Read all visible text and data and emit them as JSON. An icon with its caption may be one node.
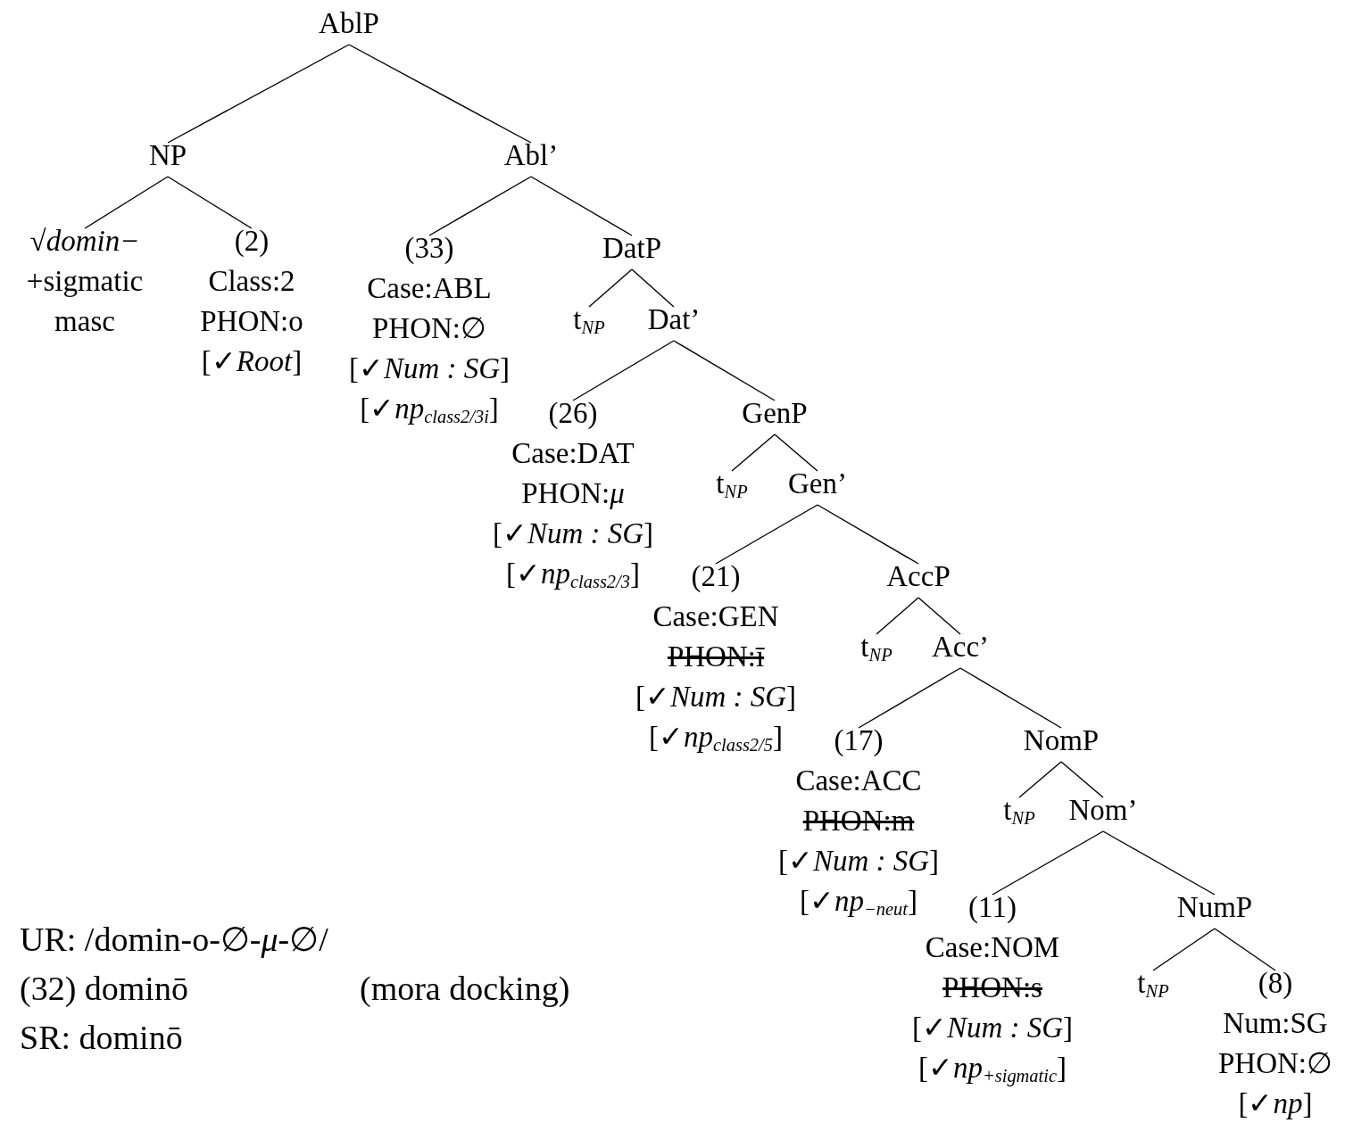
{
  "diagram": {
    "nodes": [
      {
        "text": [
          "AblP"
        ]
      },
      {
        "text": [
          "NP"
        ]
      },
      {
        "text": [
          "Abl’"
        ]
      },
      {
        "text": [
          "√*domin−*",
          "+sigmatic",
          "masc"
        ]
      },
      {
        "text": [
          "(2)",
          "Class:2",
          "PHON:o",
          "[✓*Root*]"
        ]
      },
      {
        "text": [
          "(33)",
          "Case:ABL",
          "PHON:∅",
          "[✓*Num : SG*]",
          "[✓*np*$_{class2/3i}$]"
        ]
      },
      {
        "text": [
          "DatP"
        ]
      },
      {
        "text": [
          "t$_{NP}$"
        ]
      },
      {
        "text": [
          "Dat’"
        ]
      },
      {
        "text": [
          "(26)",
          "Case:DAT",
          "PHON:*μ*",
          "[✓*Num : SG*]",
          "[✓*np*$_{class2/3}$]"
        ]
      },
      {
        "text": [
          "GenP"
        ]
      },
      {
        "text": [
          "t$_{NP}$"
        ]
      },
      {
        "text": [
          "Gen’"
        ]
      },
      {
        "text": [
          "(21)",
          "Case:GEN",
          "PHON:ī",
          "[✓*Num : SG*]",
          "[✓*np*$_{class2/5}$]"
        ]
      },
      {
        "text": [
          "AccP"
        ]
      },
      {
        "text": [
          "t$_{NP}$"
        ]
      },
      {
        "text": [
          "Acc’"
        ]
      },
      {
        "text": [
          "(17)",
          "Case:ACC",
          "PHON:m",
          "[✓*Num : SG*]",
          "[✓*np*$_{−neut}$]"
        ]
      },
      {
        "text": [
          "NomP"
        ]
      },
      {
        "text": [
          "t$_{NP}$"
        ]
      },
      {
        "text": [
          "Nom’"
        ]
      },
      {
        "text": [
          "(11)",
          "Case:NOM",
          "PHON:s",
          "[✓*Num : SG*]",
          "[✓*np*$_{+sigmatic}$]"
        ]
      },
      {
        "text": [
          "NumP"
        ]
      },
      {
        "text": [
          "t$_{NP}$"
        ]
      },
      {
        "text": [
          "(8)",
          "Num:SG",
          "PHON:∅",
          "[✓*np*]"
        ]
      }
    ],
    "edges": [
      {
        "from": 0,
        "to": 1,
        "arrow": "none"
      },
      {
        "from": 0,
        "to": 2,
        "arrow": "none"
      },
      {
        "from": 1,
        "to": 3,
        "arrow": "none"
      },
      {
        "from": 1,
        "to": 4,
        "arrow": "none"
      },
      {
        "from": 2,
        "to": 5,
        "arrow": "none"
      },
      {
        "from": 2,
        "to": 6,
        "arrow": "none"
      },
      {
        "from": 6,
        "to": 7,
        "arrow": "none"
      },
      {
        "from": 6,
        "to": 8,
        "arrow": "none"
      },
      {
        "from": 8,
        "to": 9,
        "arrow": "none"
      },
      {
        "from": 8,
        "to": 10,
        "arrow": "none"
      },
      {
        "from": 10,
        "to": 11,
        "arrow": "none"
      },
      {
        "from": 10,
        "to": 12,
        "arrow": "none"
      },
      {
        "from": 12,
        "to": 13,
        "arrow": "none"
      },
      {
        "from": 12,
        "to": 14,
        "arrow": "none"
      },
      {
        "from": 14,
        "to": 15,
        "arrow": "none"
      },
      {
        "from": 14,
        "to": 16,
        "arrow": "none"
      },
      {
        "from": 16,
        "to": 17,
        "arrow": "none"
      },
      {
        "from": 16,
        "to": 18,
        "arrow": "none"
      },
      {
        "from": 18,
        "to": 19,
        "arrow": "none"
      },
      {
        "from": 18,
        "to": 20,
        "arrow": "none"
      },
      {
        "from": 20,
        "to": 21,
        "arrow": "none"
      },
      {
        "from": 20,
        "to": 22,
        "arrow": "none"
      },
      {
        "from": 22,
        "to": 23,
        "arrow": "none"
      },
      {
        "from": 22,
        "to": 24,
        "arrow": "none"
      }
    ],
    "labels": [
      "UR: /domin-o-∅-*μ*-∅/",
      "(32) dominō",
      "(mora docking)",
      "SR: dominō"
    ]
  }
}
